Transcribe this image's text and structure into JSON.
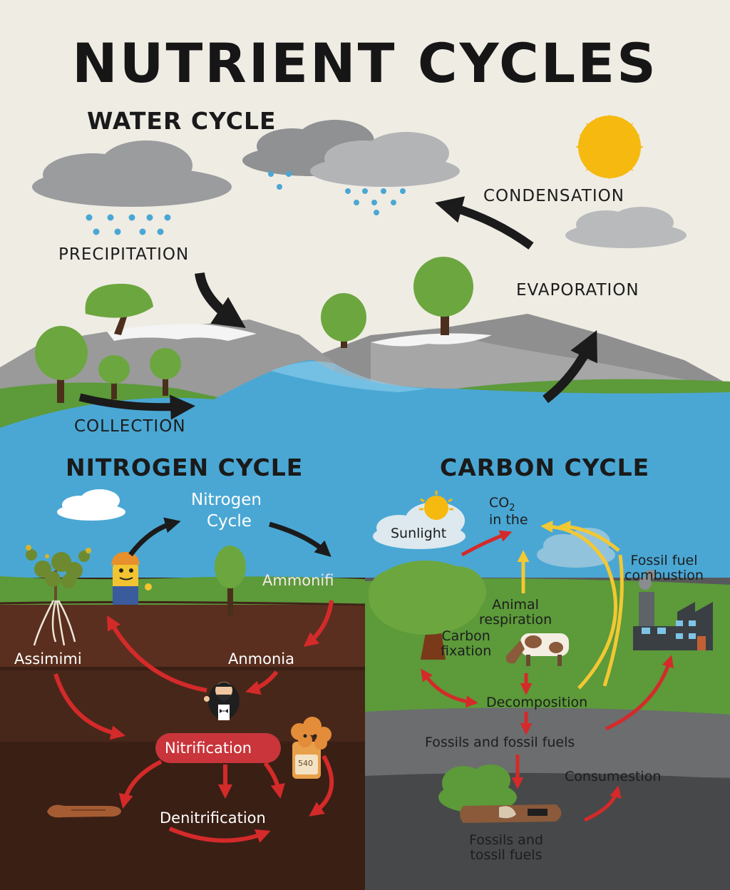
{
  "title": "NUTRIENT CYCLES",
  "water_cycle": {
    "heading": "WATER CYCLE",
    "labels": {
      "precipitation": "PRECIPITATION",
      "condensation": "CONDENSATION",
      "evaporation": "EVAPORATION",
      "collection": "COLLECTION"
    }
  },
  "nitrogen_cycle": {
    "heading": "NITROGEN CYCLE",
    "labels": {
      "center_line1": "Nitrogen",
      "center_line2": "Cycle",
      "ammonifi": "Ammonifi",
      "assimimi": "Assimimi",
      "anmonia": "Anmonia",
      "nitrification": "Nitrification",
      "denitrification": "Denitrification",
      "jar_label": "540"
    }
  },
  "carbon_cycle": {
    "heading": "CARBON CYCLE",
    "labels": {
      "co2_line1": "CO",
      "co2_sub": "2",
      "co2_line2": "in the",
      "sunlight": "Sunlight",
      "fossil_combustion_line1": "Fossil fuel",
      "fossil_combustion_line2": "combustion",
      "animal_respiration_line1": "Animal",
      "animal_respiration_line2": "respiration",
      "carbon_fixation_line1": "Carbon",
      "carbon_fixation_line2": "fixation",
      "decomposition": "Decomposition",
      "fossils_fuels": "Fossils and fossil fuels",
      "consumestion": "Consumestion",
      "fossils_bottom_line1": "Fossils and",
      "fossils_bottom_line2": "tossil fuels"
    }
  },
  "colors": {
    "background": "#efece4",
    "water": "#4aa7d4",
    "grass": "#5c9a3a",
    "soil": "#4f2a1c",
    "arrow_dark": "#1b1b1b",
    "arrow_red": "#d42a2a",
    "arrow_yellow": "#f2c833",
    "sun": "#f6b90f",
    "tree": "#6ca63f"
  }
}
